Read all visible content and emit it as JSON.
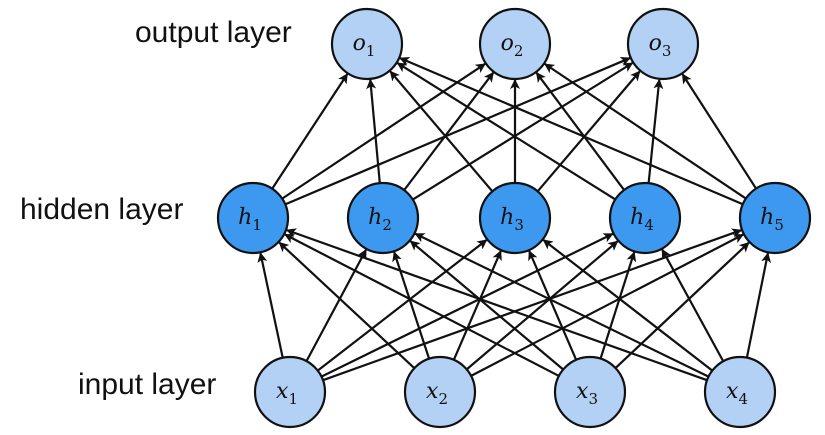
{
  "layers": {
    "output": {
      "label": "output layer",
      "nodes": [
        {
          "symbol": "o",
          "sub": "1"
        },
        {
          "symbol": "o",
          "sub": "2"
        },
        {
          "symbol": "o",
          "sub": "3"
        }
      ]
    },
    "hidden": {
      "label": "hidden layer",
      "nodes": [
        {
          "symbol": "h",
          "sub": "1"
        },
        {
          "symbol": "h",
          "sub": "2"
        },
        {
          "symbol": "h",
          "sub": "3"
        },
        {
          "symbol": "h",
          "sub": "4"
        },
        {
          "symbol": "h",
          "sub": "5"
        }
      ]
    },
    "input": {
      "label": "input layer",
      "nodes": [
        {
          "symbol": "x",
          "sub": "1"
        },
        {
          "symbol": "x",
          "sub": "2"
        },
        {
          "symbol": "x",
          "sub": "3"
        },
        {
          "symbol": "x",
          "sub": "4"
        }
      ]
    }
  },
  "connectivity": "fully-connected",
  "colors": {
    "light_node_fill": "#b3d1f5",
    "hidden_node_fill": "#3d99f0",
    "node_stroke": "#111111",
    "edge": "#111111"
  }
}
